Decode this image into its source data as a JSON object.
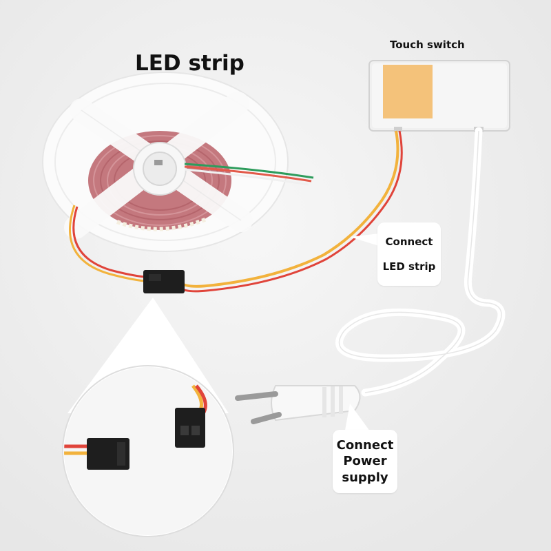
{
  "labels": {
    "title": "LED strip",
    "touch_switch": "Touch switch",
    "connect_strip": [
      "Connect",
      "LED strip"
    ],
    "connect_power": [
      "Connect",
      "Power",
      "supply"
    ]
  },
  "colors": {
    "background": "#f2f2f2",
    "wire_red": "#e0443a",
    "wire_yellow": "#f2b23c",
    "reel": "#fafafa",
    "strip": "#c4787e",
    "cable": "#ffffff",
    "sticker": "#f4c27a",
    "connector": "#1e1e1e"
  }
}
